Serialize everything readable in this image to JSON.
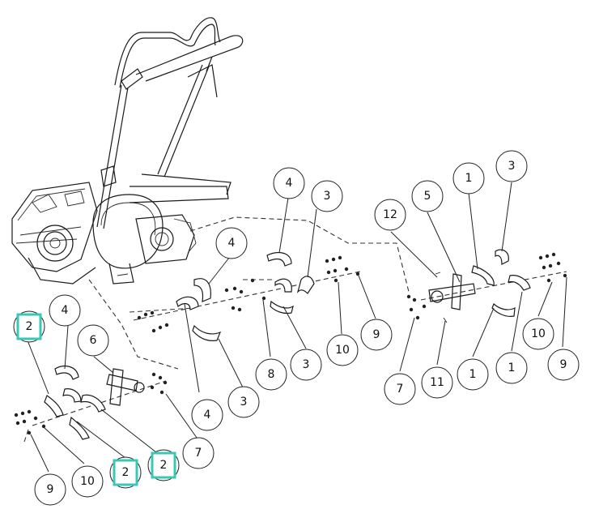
{
  "callouts": [
    {
      "id": "c1",
      "label": "4"
    },
    {
      "id": "c2",
      "label": "3"
    },
    {
      "id": "c3",
      "label": "4"
    },
    {
      "id": "c4",
      "label": "4"
    },
    {
      "id": "c5",
      "label": "3"
    },
    {
      "id": "c6",
      "label": "8"
    },
    {
      "id": "c7",
      "label": "3"
    },
    {
      "id": "c8",
      "label": "10"
    },
    {
      "id": "c9",
      "label": "9"
    },
    {
      "id": "c10",
      "label": "12"
    },
    {
      "id": "c11",
      "label": "5"
    },
    {
      "id": "c12",
      "label": "1"
    },
    {
      "id": "c13",
      "label": "3"
    },
    {
      "id": "c14",
      "label": "10"
    },
    {
      "id": "c15",
      "label": "9"
    },
    {
      "id": "c16",
      "label": "7"
    },
    {
      "id": "c17",
      "label": "11"
    },
    {
      "id": "c18",
      "label": "1"
    },
    {
      "id": "c19",
      "label": "1"
    },
    {
      "id": "c20",
      "label": "2"
    },
    {
      "id": "c21",
      "label": "4"
    },
    {
      "id": "c22",
      "label": "6"
    },
    {
      "id": "c23",
      "label": "9"
    },
    {
      "id": "c24",
      "label": "10"
    },
    {
      "id": "c25",
      "label": "2"
    },
    {
      "id": "c26",
      "label": "2"
    },
    {
      "id": "c27",
      "label": "7"
    }
  ],
  "highlight_color": "#3cc7b4"
}
